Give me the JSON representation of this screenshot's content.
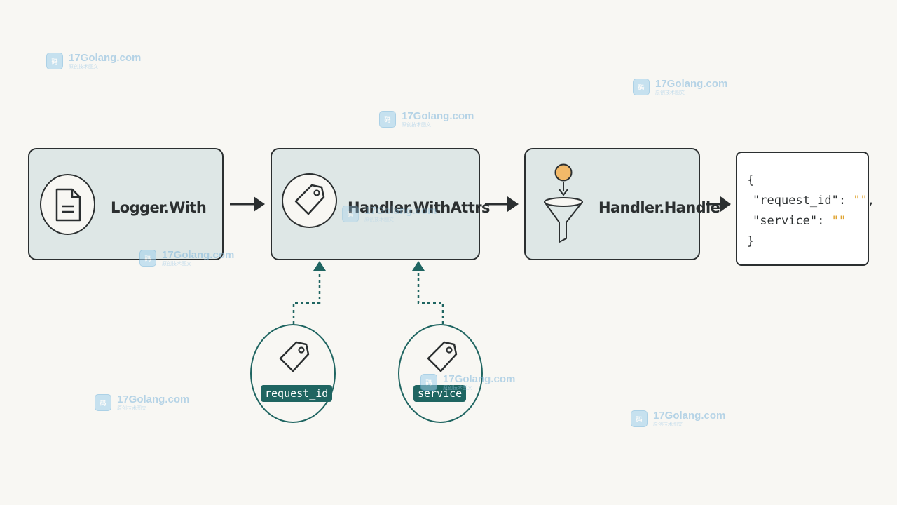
{
  "stages": [
    {
      "label": "Logger.With",
      "icon": "document-icon"
    },
    {
      "label": "Handler.WithAttrs",
      "icon": "tag-icon"
    },
    {
      "label": "Handler.Handle",
      "icon": "funnel-icon"
    }
  ],
  "output": {
    "open": "{",
    "lines": [
      {
        "key": "\"request_id\"",
        "sep": ": ",
        "value": "\"\"",
        "end": ","
      },
      {
        "key": "\"service\"",
        "sep": ": ",
        "value": "\"\"",
        "end": ""
      }
    ],
    "close": "}"
  },
  "attributes": [
    {
      "label": "request_id",
      "icon": "tag-icon"
    },
    {
      "label": "service",
      "icon": "tag-icon"
    }
  ],
  "watermark": {
    "text": "17Golang.com",
    "sub": "原创技术图文"
  },
  "colors": {
    "box_fill": "#dee7e6",
    "stroke": "#2b2f30",
    "accent_teal": "#1f6561",
    "json_value": "#e0a431",
    "funnel_ball": "#f2b969"
  }
}
